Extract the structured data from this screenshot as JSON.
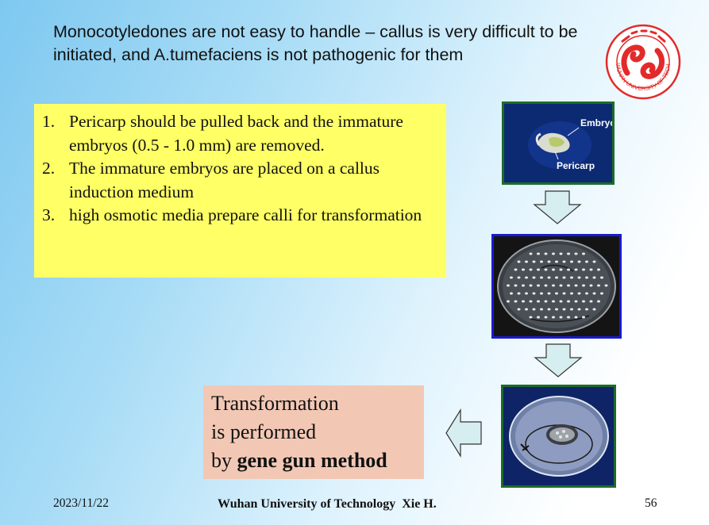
{
  "title": "Monocotyledones are not easy to handle – callus is very difficult to be initiated, and A.tumefaciens is not pathogenic for them",
  "logo": {
    "icon": "university-logo-icon",
    "color": "#e32a2a",
    "text": "WUHAN UNIVERSITY OF TECHNOLOGY"
  },
  "steps": [
    {
      "num": "1.",
      "text": "Pericarp should be pulled back and the immature embryos (0.5 - 1.0 mm) are removed."
    },
    {
      "num": "2.",
      "text": "The immature embryos are placed on a callus induction medium"
    },
    {
      "num": "3.",
      "text": "high osmotic media prepare calli for transformation"
    }
  ],
  "photos": {
    "embryo": {
      "label_embryo": "Embryo",
      "label_pericarp": "Pericarp"
    },
    "callus_dish": {
      "icon": "petri-dish-embryos-photo"
    },
    "transformed_dish": {
      "icon": "petri-dish-callus-photo"
    }
  },
  "arrows": [
    "down-arrow-icon",
    "down-arrow-icon",
    "left-arrow-icon"
  ],
  "result": {
    "line1": "Transformation",
    "line2": "is performed",
    "line3_prefix": "by ",
    "line3_bold": "gene gun method"
  },
  "footer": {
    "date": "2023/11/22",
    "center": "Wuhan University of Technology  Xie H.",
    "page": "56"
  },
  "colors": {
    "steps_bg": "#ffff66",
    "result_bg": "#f2c8b5",
    "arrow_fill": "#d6eef0"
  }
}
